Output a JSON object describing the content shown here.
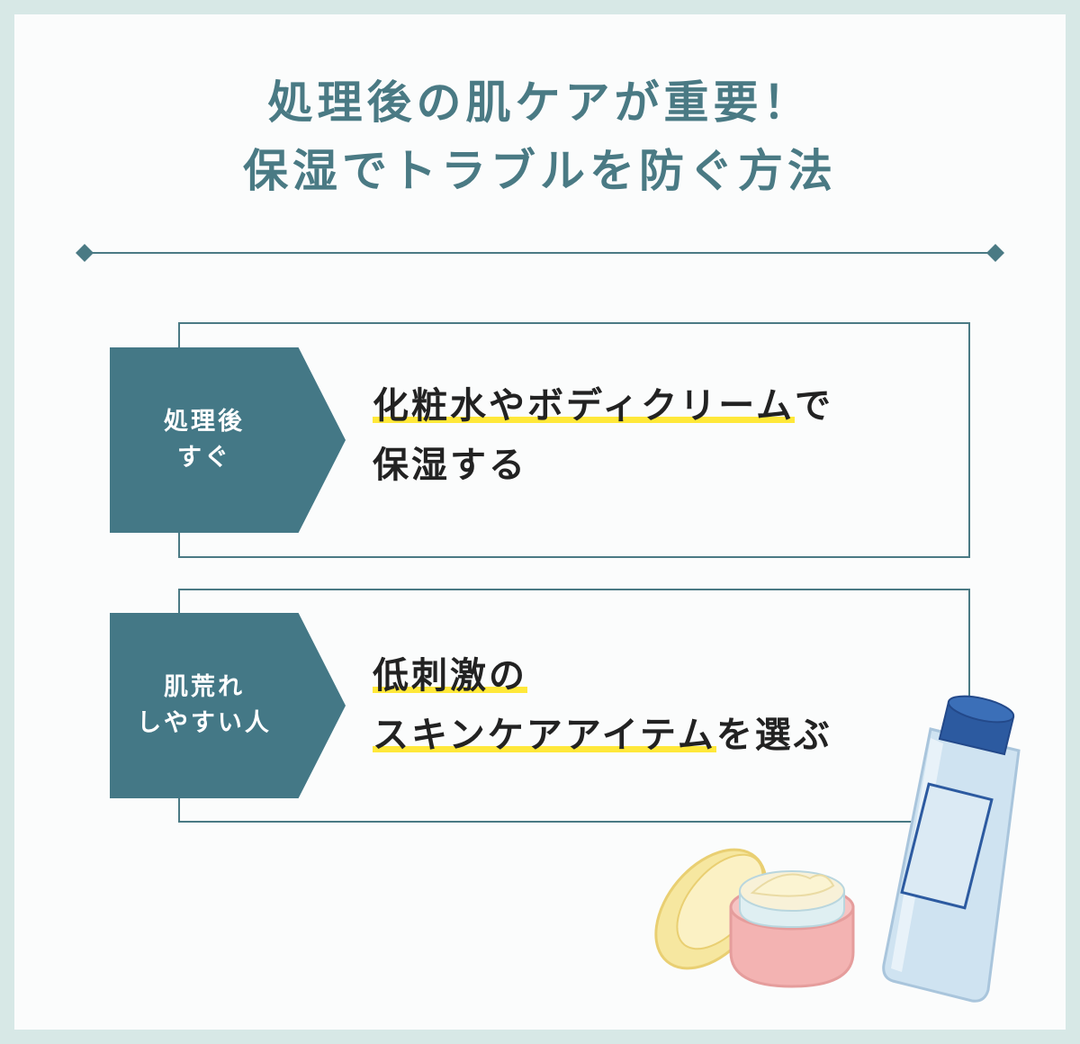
{
  "title": {
    "line1": "処理後の肌ケアが重要！",
    "line2": "保湿でトラブルを防ぐ方法"
  },
  "items": [
    {
      "tag_line1": "処理後",
      "tag_line2": "すぐ",
      "text_line1_hl": "化粧水やボディクリーム",
      "text_line1_rest": "で",
      "text_line2_hl": "",
      "text_line2_rest": "保湿する"
    },
    {
      "tag_line1": "肌荒れ",
      "tag_line2": "しやすい人",
      "text_line1_hl": "低刺激の",
      "text_line1_rest": "",
      "text_line2_hl": "スキンケアアイテム",
      "text_line2_rest": "を選ぶ"
    }
  ],
  "colors": {
    "accent": "#447886",
    "highlight": "#ffe83a",
    "background": "#d7e8e6"
  },
  "illustration": {
    "icons": [
      "cream-jar-icon",
      "jar-lid-icon",
      "lotion-bottle-icon"
    ]
  }
}
